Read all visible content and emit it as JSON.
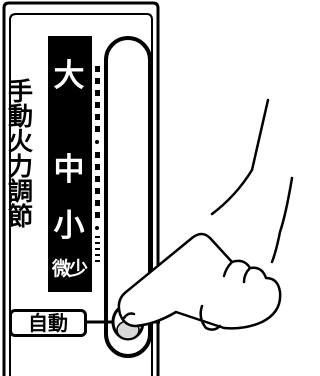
{
  "panel": {
    "title": "手動火力調節",
    "levels": {
      "large": "大",
      "medium": "中",
      "small": "小",
      "minimum": "微少"
    },
    "auto_label": "自動"
  },
  "colors": {
    "ink": "#000000",
    "paper": "#ffffff"
  },
  "icons": [
    "hand-pressing-icon"
  ]
}
